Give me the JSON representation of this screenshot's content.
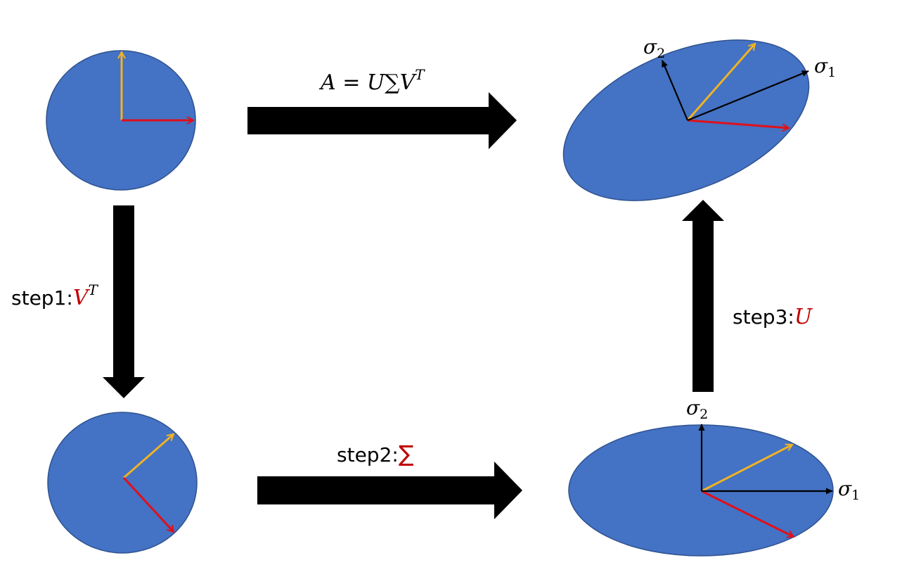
{
  "colors": {
    "shape_fill": "#4472c4",
    "shape_stroke": "#2f528f",
    "vector_yellow": "#f0b323",
    "vector_red": "#e0101a",
    "axis_black": "#000000",
    "highlight_red": "#c00000"
  },
  "top_arrow": {
    "formula_prefix": "A = U",
    "formula_sigma": "∑",
    "formula_v": "V",
    "formula_sup": "T"
  },
  "step1": {
    "prefix": "step1:",
    "op": "V",
    "sup": "T"
  },
  "step2": {
    "prefix": "step2:",
    "op": "∑"
  },
  "step3": {
    "prefix": "step3:",
    "op": "U"
  },
  "labels": {
    "sigma_symbol": "σ",
    "sub_1": "1",
    "sub_2": "2"
  }
}
